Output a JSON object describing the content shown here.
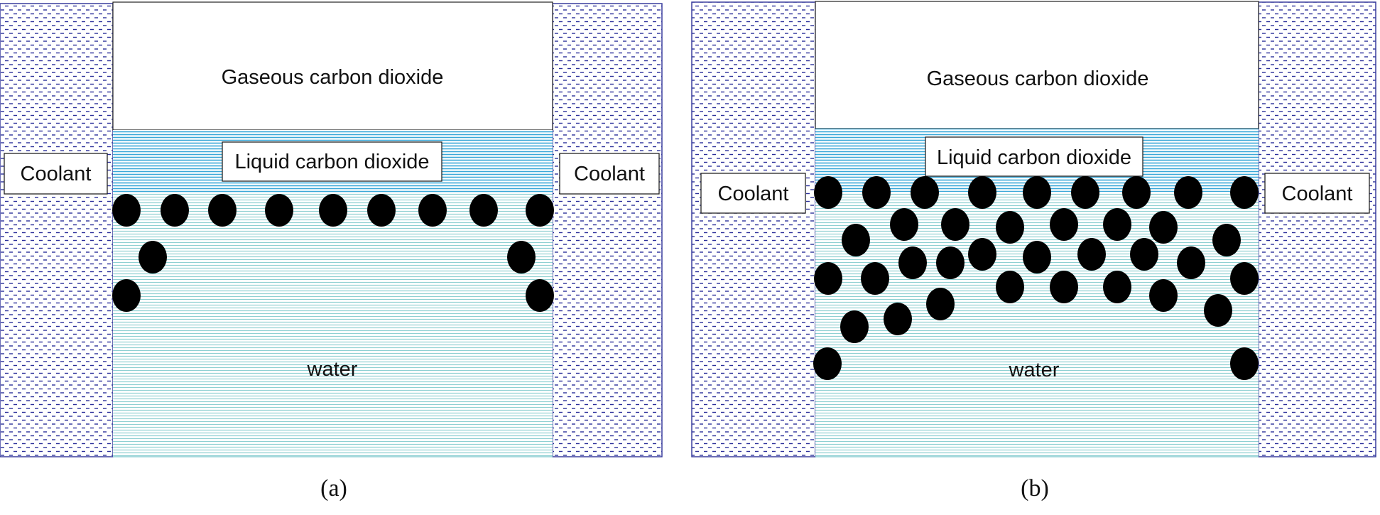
{
  "colors": {
    "coolant_dash": "#2b2f9a",
    "coolant_border": "#3a3e9e",
    "liquid_co2_line": "#3aa8d8",
    "water_line": "#7cc8cc",
    "molecule": "#000000",
    "outline": "#222222"
  },
  "panels": [
    {
      "id": "a",
      "caption": "(a)",
      "labels": {
        "gas": "Gaseous carbon dioxide",
        "liquid": "Liquid carbon dioxide",
        "water": "water",
        "coolant_left": "Coolant",
        "coolant_right": "Coolant"
      }
    },
    {
      "id": "b",
      "caption": "(b)",
      "labels": {
        "gas": "Gaseous carbon dioxide",
        "liquid": "Liquid carbon dioxide",
        "water": "water",
        "coolant_left": "Coolant",
        "coolant_right": "Coolant"
      }
    }
  ]
}
